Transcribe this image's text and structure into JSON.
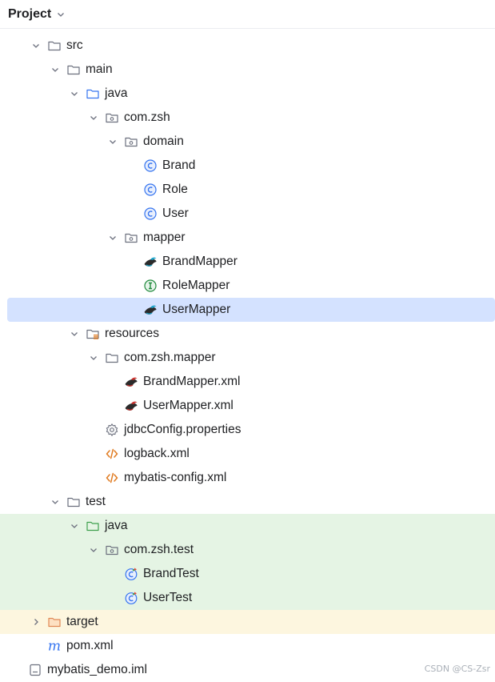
{
  "header": {
    "title": "Project"
  },
  "tree": [
    {
      "label": "src",
      "icon": "folder-icon",
      "depth": 2,
      "expanded": true
    },
    {
      "label": "main",
      "icon": "folder-icon",
      "depth": 3,
      "expanded": true
    },
    {
      "label": "java",
      "icon": "source-folder-icon",
      "depth": 4,
      "expanded": true
    },
    {
      "label": "com.zsh",
      "icon": "package-icon",
      "depth": 5,
      "expanded": true
    },
    {
      "label": "domain",
      "icon": "package-icon",
      "depth": 6,
      "expanded": true
    },
    {
      "label": "Brand",
      "icon": "class-icon",
      "depth": 7
    },
    {
      "label": "Role",
      "icon": "class-icon",
      "depth": 7
    },
    {
      "label": "User",
      "icon": "class-icon",
      "depth": 7
    },
    {
      "label": "mapper",
      "icon": "package-icon",
      "depth": 6,
      "expanded": true
    },
    {
      "label": "BrandMapper",
      "icon": "mybatis-bird-icon",
      "depth": 7
    },
    {
      "label": "RoleMapper",
      "icon": "interface-icon",
      "depth": 7
    },
    {
      "label": "UserMapper",
      "icon": "mybatis-bird-icon",
      "depth": 7,
      "selected": true
    },
    {
      "label": "resources",
      "icon": "resources-folder-icon",
      "depth": 4,
      "expanded": true
    },
    {
      "label": "com.zsh.mapper",
      "icon": "folder-icon",
      "depth": 5,
      "expanded": true
    },
    {
      "label": "BrandMapper.xml",
      "icon": "mybatis-xml-icon",
      "depth": 6
    },
    {
      "label": "UserMapper.xml",
      "icon": "mybatis-xml-icon",
      "depth": 6
    },
    {
      "label": "jdbcConfig.properties",
      "icon": "gear-icon",
      "depth": 5
    },
    {
      "label": "logback.xml",
      "icon": "xml-icon",
      "depth": 5
    },
    {
      "label": "mybatis-config.xml",
      "icon": "xml-icon",
      "depth": 5
    },
    {
      "label": "test",
      "icon": "folder-icon",
      "depth": 3,
      "expanded": true
    },
    {
      "label": "java",
      "icon": "test-folder-icon",
      "depth": 4,
      "expanded": true,
      "bg": "test"
    },
    {
      "label": "com.zsh.test",
      "icon": "package-icon",
      "depth": 5,
      "expanded": true,
      "bg": "test"
    },
    {
      "label": "BrandTest",
      "icon": "test-class-icon",
      "depth": 6,
      "bg": "test"
    },
    {
      "label": "UserTest",
      "icon": "test-class-icon",
      "depth": 6,
      "bg": "test"
    },
    {
      "label": "target",
      "icon": "excluded-folder-icon",
      "depth": 2,
      "expanded": false,
      "bg": "excluded"
    },
    {
      "label": "pom.xml",
      "icon": "maven-icon",
      "depth": 2
    },
    {
      "label": "mybatis_demo.iml",
      "icon": "iml-file-icon",
      "depth": 1
    }
  ],
  "watermark": "CSDN @CS-Zsr",
  "colors": {
    "selection": "#d4e2ff",
    "test_background": "#e5f4e4",
    "excluded_background": "#fdf6df",
    "class_blue": "#3574f0",
    "interface_green": "#208a3c",
    "xml_orange": "#e07a1f"
  }
}
